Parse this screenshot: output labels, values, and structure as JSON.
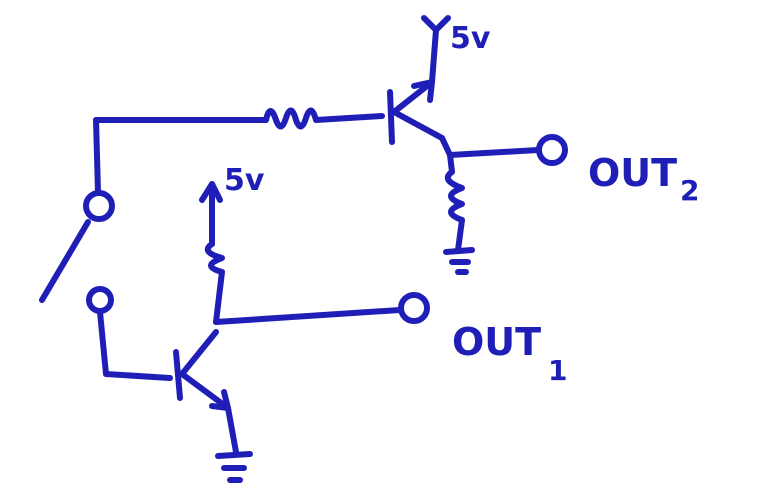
{
  "colors": {
    "ink": "#1f1fb8",
    "background": "#ffffff"
  },
  "labels": {
    "supply_top": "5v",
    "supply_bottom": "5v",
    "out2_main": "OUT",
    "out2_sub": "2",
    "out1_main": "OUT",
    "out1_sub": "1"
  }
}
